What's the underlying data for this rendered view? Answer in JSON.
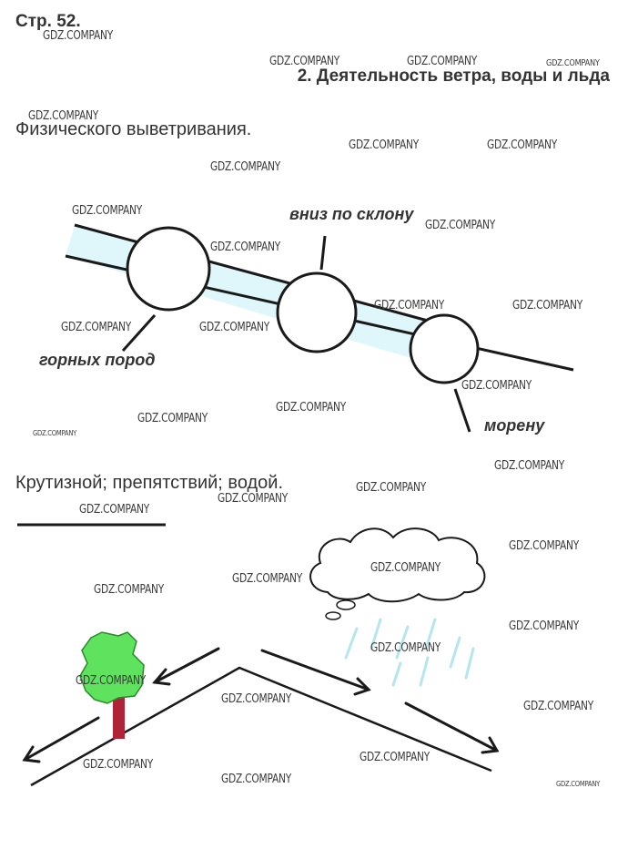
{
  "header": {
    "page_label": "Стр. 52.",
    "section_title": "2. Деятельность ветра, воды и льда"
  },
  "answers": {
    "first": "Физического выветривания.",
    "second": "Крутизной; препятствий; водой."
  },
  "diagram_labels": {
    "slope": "вниз по склону",
    "rocks": "горных пород",
    "moraine": "морену"
  },
  "watermark": "GDZ.COMPANY",
  "colors": {
    "ice": "#dff6fb",
    "tree_green": "#5fe35f",
    "tree_trunk": "#b02238",
    "rain": "#b5e6ee"
  }
}
